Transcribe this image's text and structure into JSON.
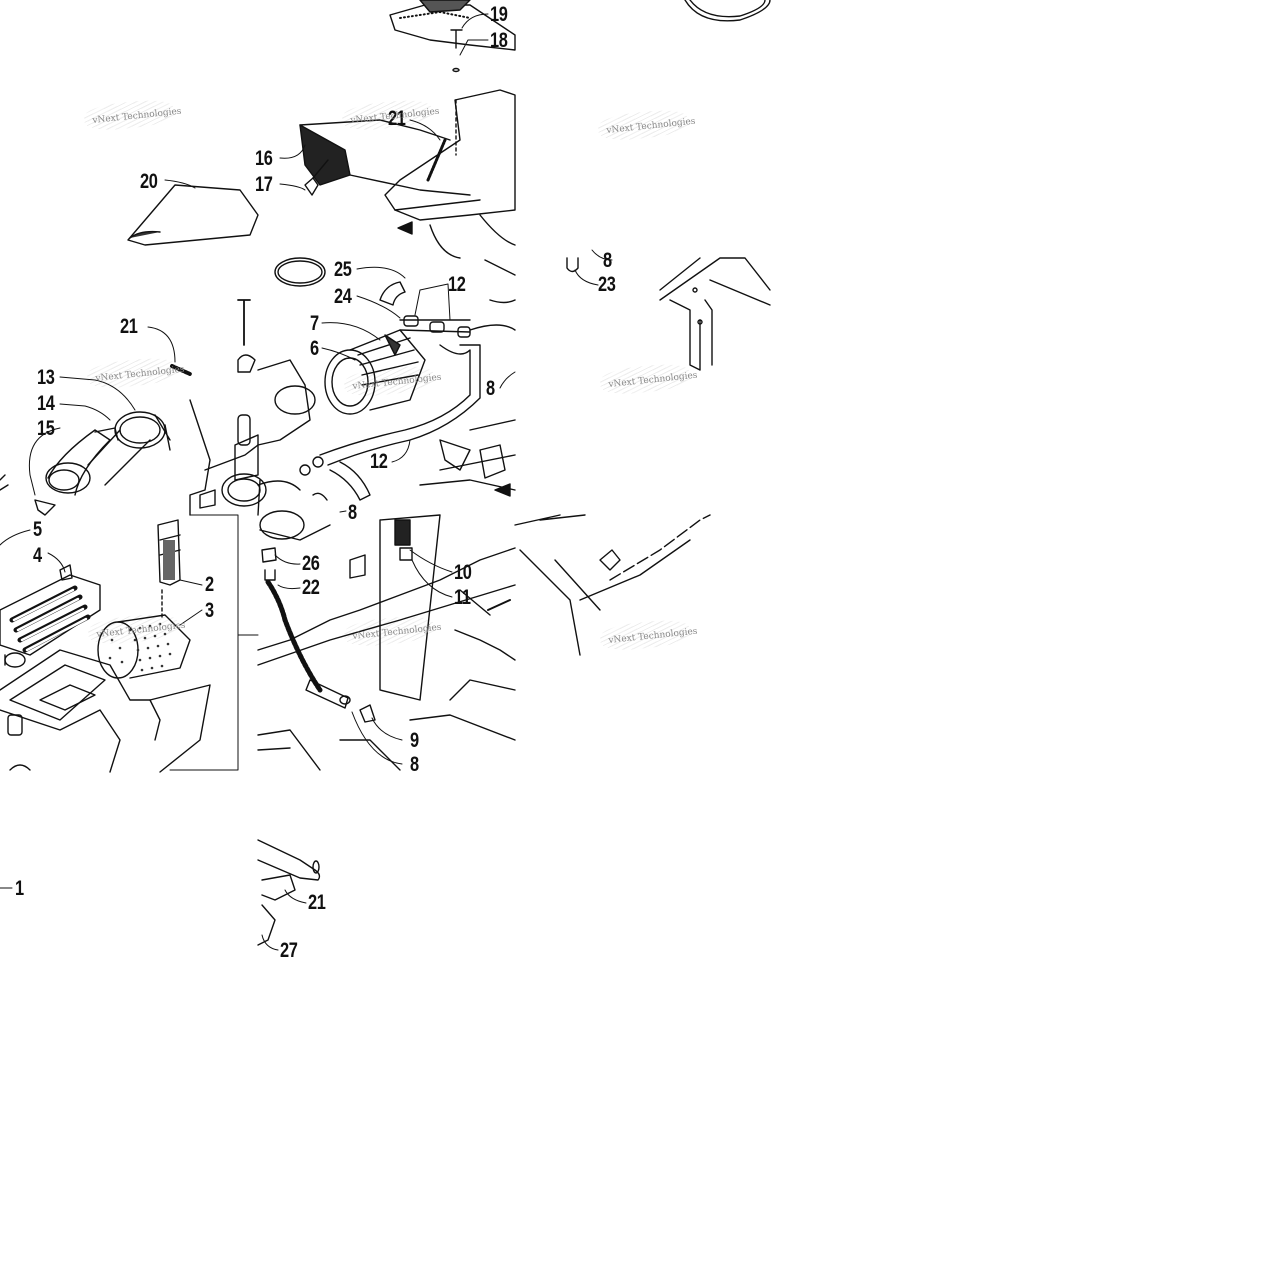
{
  "watermark": "vNext Technologies",
  "callouts": [
    {
      "id": "c19",
      "label": "19"
    },
    {
      "id": "c18",
      "label": "18"
    },
    {
      "id": "c21a",
      "label": "21"
    },
    {
      "id": "c16",
      "label": "16"
    },
    {
      "id": "c17",
      "label": "17"
    },
    {
      "id": "c20",
      "label": "20"
    },
    {
      "id": "c25",
      "label": "25"
    },
    {
      "id": "c24",
      "label": "24"
    },
    {
      "id": "c12a",
      "label": "12"
    },
    {
      "id": "c8a",
      "label": "8"
    },
    {
      "id": "c23",
      "label": "23"
    },
    {
      "id": "c21b",
      "label": "21"
    },
    {
      "id": "c7",
      "label": "7"
    },
    {
      "id": "c6",
      "label": "6"
    },
    {
      "id": "c13",
      "label": "13"
    },
    {
      "id": "c14",
      "label": "14"
    },
    {
      "id": "c15",
      "label": "15"
    },
    {
      "id": "c8b",
      "label": "8"
    },
    {
      "id": "c12b",
      "label": "12"
    },
    {
      "id": "c8c",
      "label": "8"
    },
    {
      "id": "c5",
      "label": "5"
    },
    {
      "id": "c4",
      "label": "4"
    },
    {
      "id": "c2",
      "label": "2"
    },
    {
      "id": "c3",
      "label": "3"
    },
    {
      "id": "c26",
      "label": "26"
    },
    {
      "id": "c22",
      "label": "22"
    },
    {
      "id": "c10",
      "label": "10"
    },
    {
      "id": "c11",
      "label": "11"
    },
    {
      "id": "c9",
      "label": "9"
    },
    {
      "id": "c8d",
      "label": "8"
    },
    {
      "id": "c1",
      "label": "1"
    },
    {
      "id": "c21c",
      "label": "21"
    },
    {
      "id": "c27",
      "label": "27"
    }
  ]
}
